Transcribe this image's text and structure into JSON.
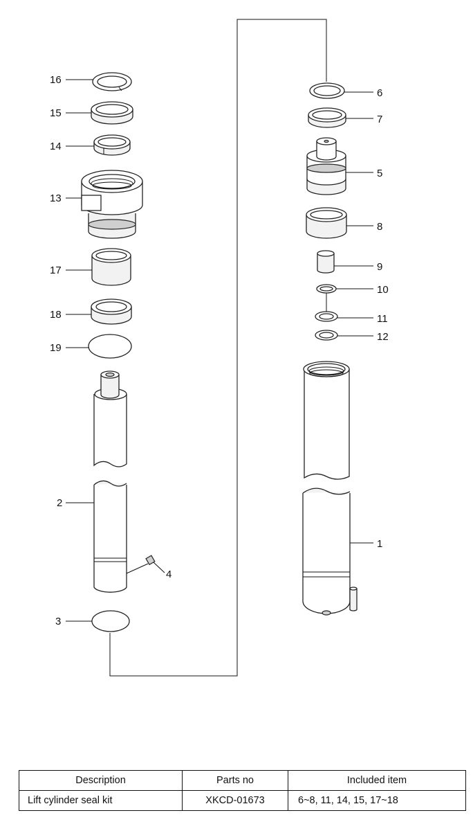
{
  "callouts": {
    "c1": "1",
    "c2": "2",
    "c3": "3",
    "c4": "4",
    "c5": "5",
    "c6": "6",
    "c7": "7",
    "c8": "8",
    "c9": "9",
    "c10": "10",
    "c11": "11",
    "c12": "12",
    "c13": "13",
    "c14": "14",
    "c15": "15",
    "c16": "16",
    "c17": "17",
    "c18": "18",
    "c19": "19"
  },
  "table": {
    "headers": {
      "description": "Description",
      "parts_no": "Parts no",
      "included_item": "Included item"
    },
    "rows": [
      {
        "description": "Lift cylinder seal kit",
        "parts_no": "XKCD-01673",
        "included_item": "6~8, 11, 14, 15, 17~18"
      }
    ]
  }
}
